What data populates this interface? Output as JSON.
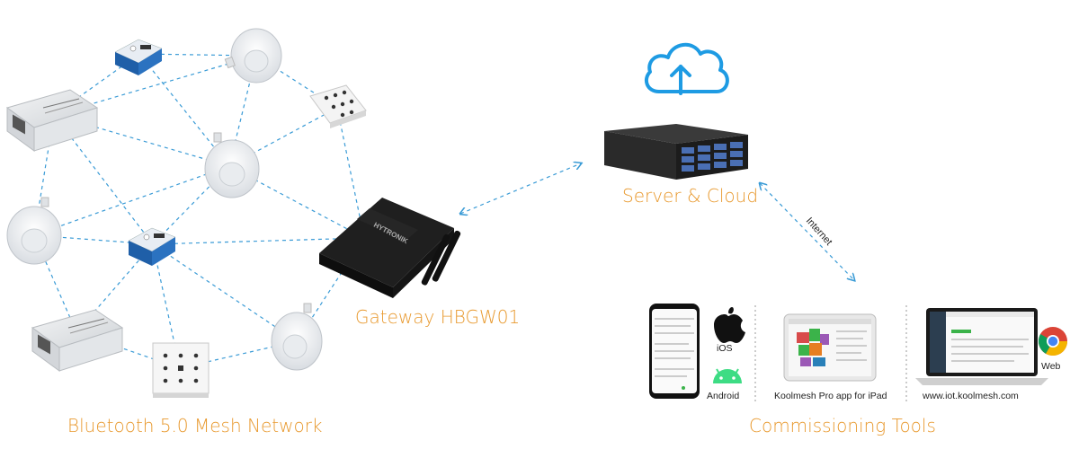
{
  "labels": {
    "mesh_network": "Bluetooth 5.0 Mesh Network",
    "gateway": "Gateway HBGW01",
    "server_cloud": "Server & Cloud",
    "internet": "Internet",
    "commissioning_tools": "Commissioning Tools",
    "ios": "iOS",
    "android": "Android",
    "ipad_app": "Koolmesh Pro app for iPad",
    "web_url": "www.iot.koolmesh.com",
    "web": "Web",
    "gateway_brand": "HYTRONIK"
  },
  "colors": {
    "accent_orange": "#e8992e",
    "link_blue": "#3a9bd6",
    "module_blue": "#1f5fa8"
  },
  "icons": [
    "cloud-upload-icon",
    "apple-icon",
    "android-icon",
    "chrome-icon"
  ]
}
